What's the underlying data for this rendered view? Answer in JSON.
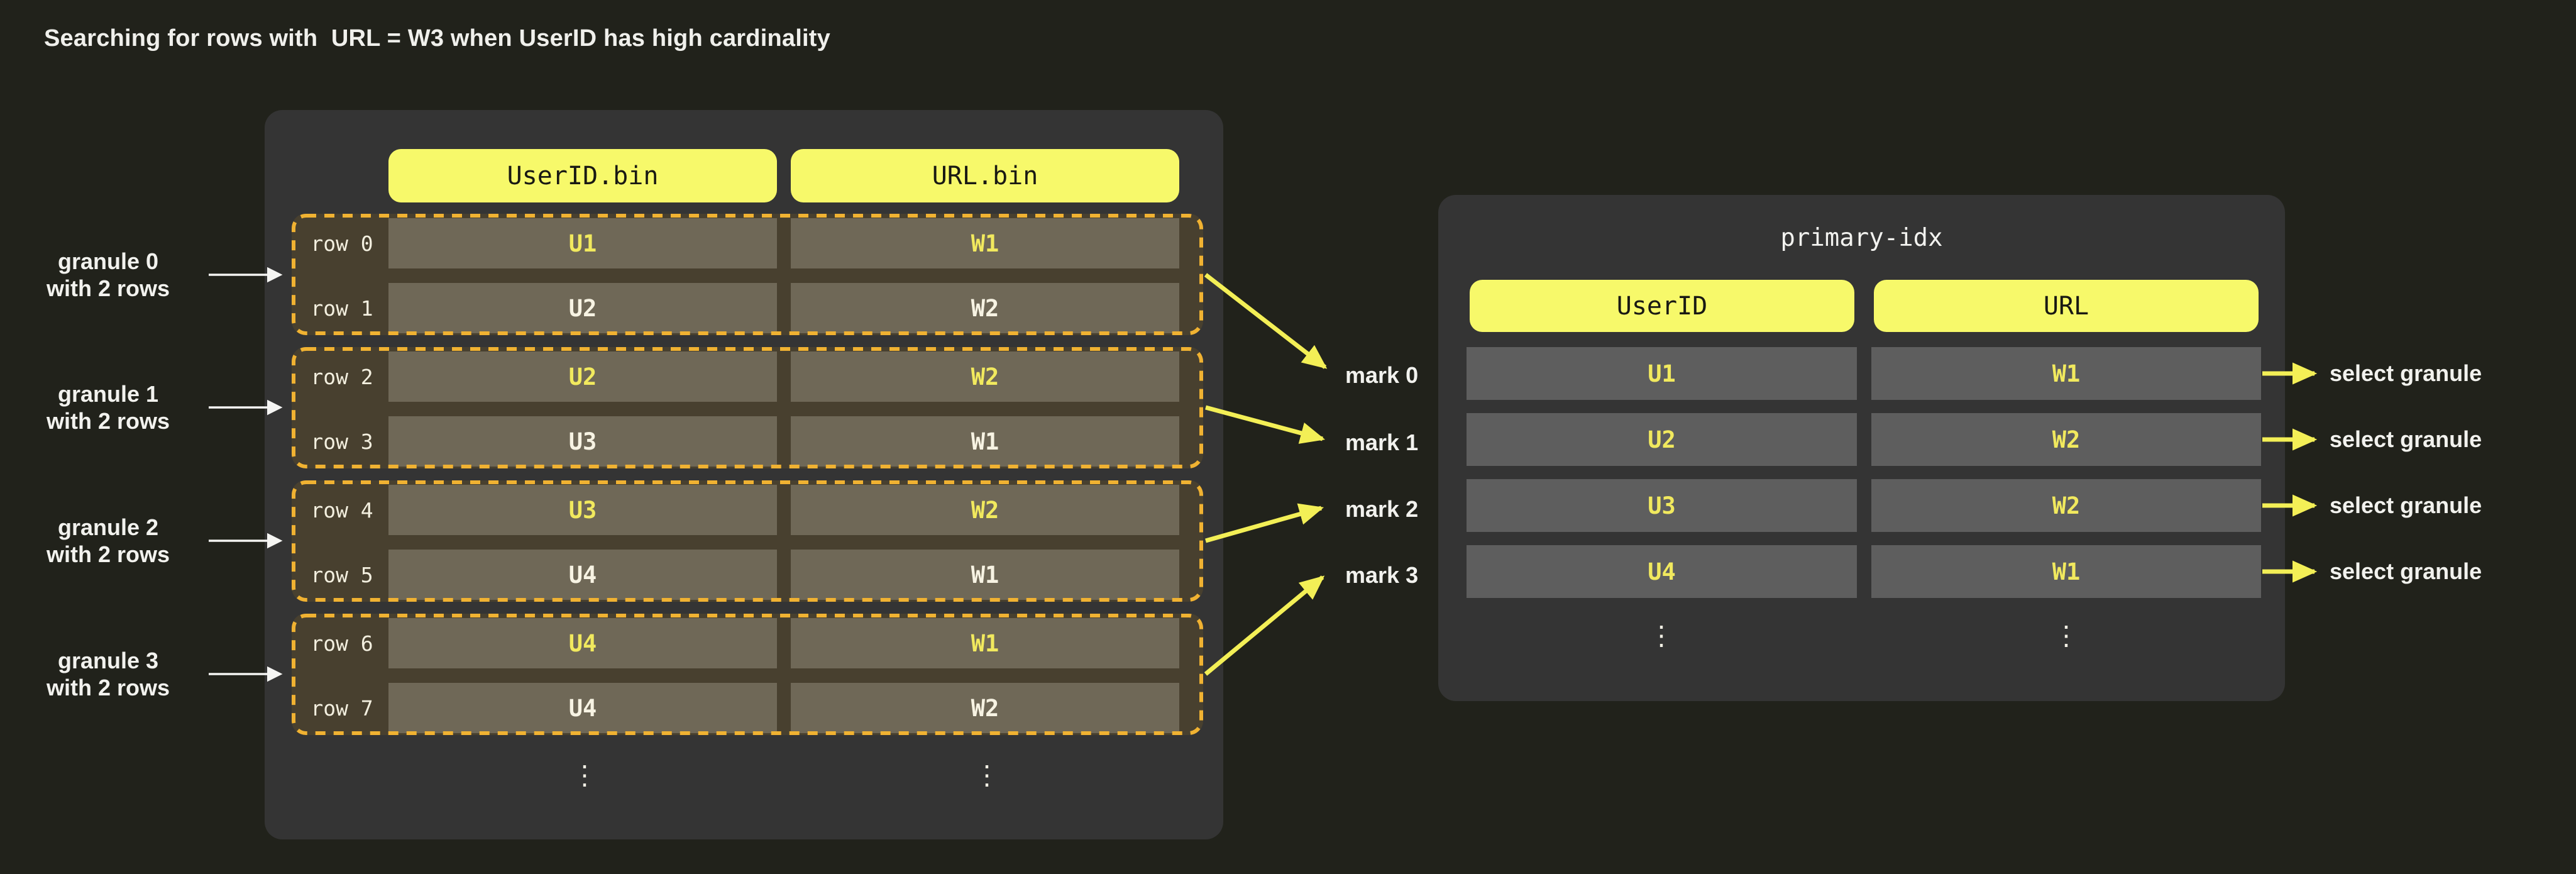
{
  "title": "Searching for rows with  URL = W3 when UserID has high cardinality",
  "colors": {
    "background": "#21221b",
    "panel": "#343434",
    "header_yellow": "#f7f96a",
    "value_yellow": "#f1e95e",
    "dash_orange": "#f0b232",
    "granule_fill": "#48402f",
    "left_cell": "#6f6857",
    "right_cell": "#5e5e5e",
    "arrow_yellow": "#f3ef56",
    "arrow_white": "#f5f5f3"
  },
  "left_table": {
    "columns": [
      "UserID.bin",
      "URL.bin"
    ],
    "ellipsis": "⋮",
    "granules": [
      {
        "label_line1": "granule 0",
        "label_line2": "with 2 rows",
        "rows": [
          {
            "name": "row 0",
            "user": "U1",
            "url": "W1"
          },
          {
            "name": "row 1",
            "user": "U2",
            "url": "W2"
          }
        ]
      },
      {
        "label_line1": "granule 1",
        "label_line2": "with 2 rows",
        "rows": [
          {
            "name": "row 2",
            "user": "U2",
            "url": "W2"
          },
          {
            "name": "row 3",
            "user": "U3",
            "url": "W1"
          }
        ]
      },
      {
        "label_line1": "granule 2",
        "label_line2": "with 2 rows",
        "rows": [
          {
            "name": "row 4",
            "user": "U3",
            "url": "W2"
          },
          {
            "name": "row 5",
            "user": "U4",
            "url": "W1"
          }
        ]
      },
      {
        "label_line1": "granule 3",
        "label_line2": "with 2 rows",
        "rows": [
          {
            "name": "row 6",
            "user": "U4",
            "url": "W1"
          },
          {
            "name": "row 7",
            "user": "U4",
            "url": "W2"
          }
        ]
      }
    ]
  },
  "marks": [
    "mark 0",
    "mark 1",
    "mark 2",
    "mark 3"
  ],
  "primary_index": {
    "title": "primary-idx",
    "columns": [
      "UserID",
      "URL"
    ],
    "rows": [
      [
        "U1",
        "W1"
      ],
      [
        "U2",
        "W2"
      ],
      [
        "U3",
        "W2"
      ],
      [
        "U4",
        "W1"
      ]
    ],
    "ellipsis": "⋮",
    "select_label": "select granule"
  }
}
